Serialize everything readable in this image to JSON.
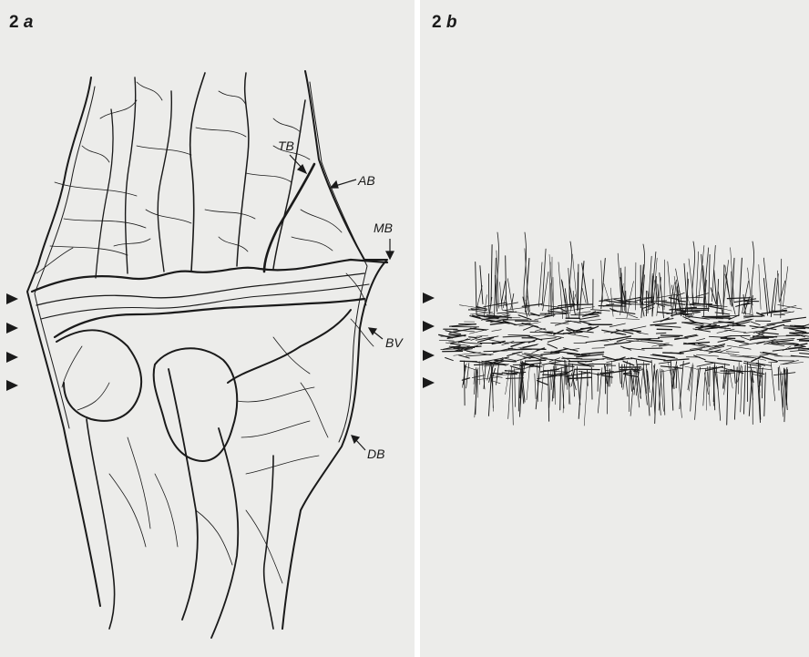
{
  "figure": {
    "panel_a": {
      "number": "2",
      "letter": "a",
      "labels": {
        "tb": "TB",
        "ab": "AB",
        "mb": "MB",
        "bv": "BV",
        "db": "DB"
      }
    },
    "panel_b": {
      "number": "2",
      "letter": "b"
    },
    "colors": {
      "background": "#ececea",
      "ink": "#1a1a1a",
      "divider": "#ffffff"
    }
  }
}
